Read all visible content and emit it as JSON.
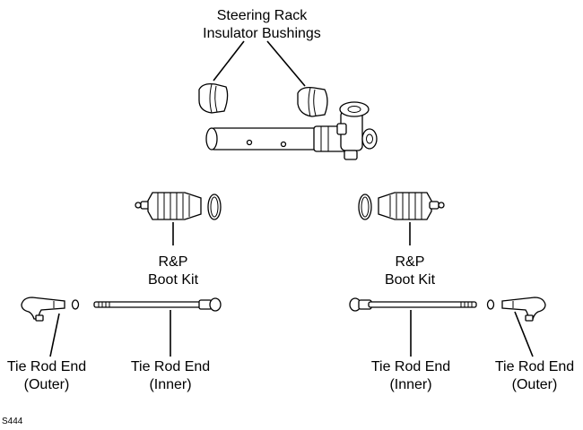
{
  "labels": {
    "bushings_line1": "Steering Rack",
    "bushings_line2": "Insulator Bushings",
    "boot_left_line1": "R&P",
    "boot_left_line2": "Boot Kit",
    "boot_right_line1": "R&P",
    "boot_right_line2": "Boot Kit",
    "outer_left_line1": "Tie Rod End",
    "outer_left_line2": "(Outer)",
    "inner_left_line1": "Tie Rod End",
    "inner_left_line2": "(Inner)",
    "inner_right_line1": "Tie Rod End",
    "inner_right_line2": "(Inner)",
    "outer_right_line1": "Tie Rod End",
    "outer_right_line2": "(Outer)"
  },
  "figure_code": "S444"
}
